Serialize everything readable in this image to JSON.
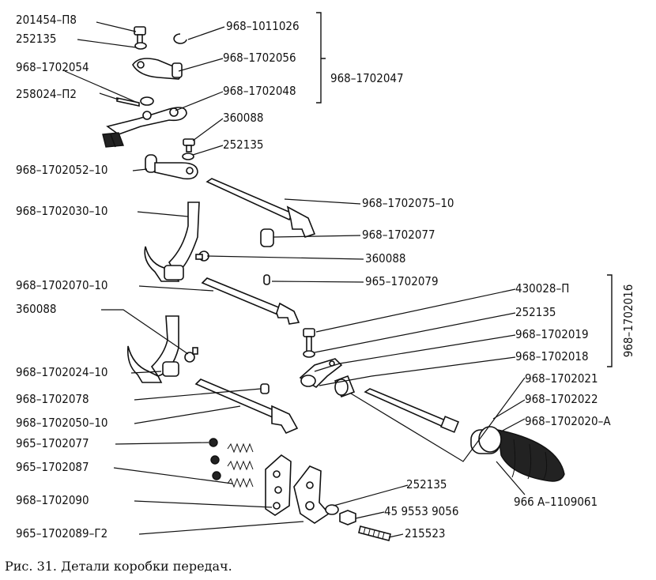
{
  "caption": "Рис. 31. Детали коробки передач.",
  "labels": {
    "l201454": "201454–П8",
    "l252135a": "252135",
    "l968_1702054": "968–1702054",
    "l258024": "258024–П2",
    "l968_1011026": "968–1011026",
    "l968_1702056": "968–1702056",
    "l968_1702048": "968–1702048",
    "l968_1702047": "968–1702047",
    "l360088a": "360088",
    "l252135b": "252135",
    "l968_1702052": "968–1702052–10",
    "l968_1702075": "968–1702075–10",
    "l968_1702030": "968–1702030–10",
    "l968_1702077": "968–1702077",
    "l360088b": "360088",
    "l968_1702070": "968–1702070–10",
    "l965_1702079": "965–1702079",
    "l430028": "430028–П",
    "l252135c": "252135",
    "l360088c": "360088",
    "l968_1702019": "968–1702019",
    "l968_1702018": "968–1702018",
    "l968_1702016": "968–1702016",
    "l968_1702024": "968–1702024–10",
    "l968_1702021": "968–1702021",
    "l968_1702078": "968–1702078",
    "l968_1702022": "968–1702022",
    "l968_1702020": "968–1702020–А",
    "l968_1702050": "968–1702050–10",
    "l965_1702077": "965–1702077",
    "l965_1702087": "965–1702087",
    "l968_1702090": "968–1702090",
    "l252135d": "252135",
    "l459553": "45 9553 9056",
    "l966": "966 А–1109061",
    "l965_1702089": "965–1702089–Г2",
    "l215523": "215523"
  }
}
